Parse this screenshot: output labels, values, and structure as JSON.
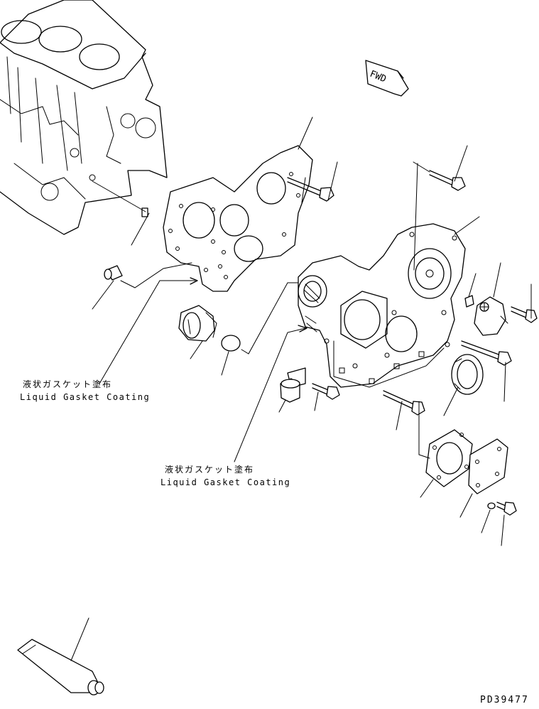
{
  "annotations": {
    "gasket_left_jp": "液状ガスケット塗布",
    "gasket_left_en": "Liquid Gasket Coating",
    "gasket_center_jp": "液状ガスケット塗布",
    "gasket_center_en": "Liquid Gasket Coating"
  },
  "direction_marker": "FWD",
  "drawing_number": "PD39477"
}
